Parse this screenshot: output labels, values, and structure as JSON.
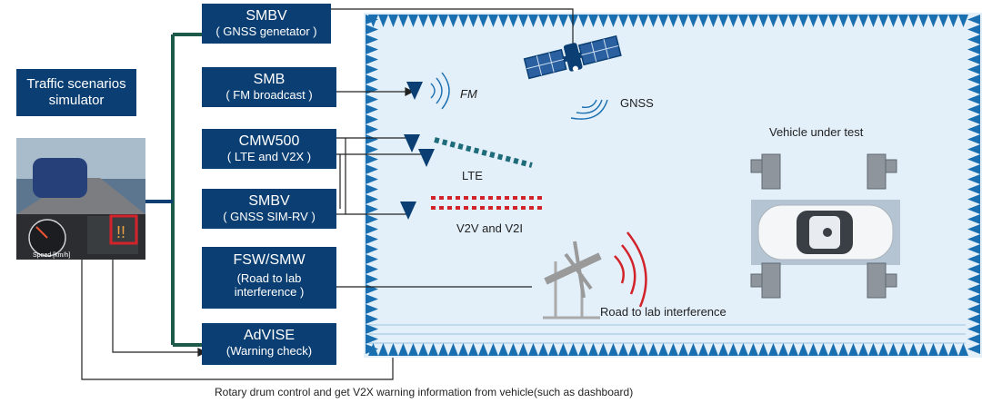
{
  "simulator": {
    "label": "Traffic scenarios simulator"
  },
  "dashboard": {
    "speed_label": "Speed [km/h]"
  },
  "instruments": [
    {
      "name": "SMBV",
      "desc": "( GNSS genetator )"
    },
    {
      "name": "SMB",
      "desc": "( FM broadcast )"
    },
    {
      "name": "CMW500",
      "desc": "( LTE and V2X )"
    },
    {
      "name": "SMBV",
      "desc": "( GNSS SIM-RV )"
    },
    {
      "name": "FSW/SMW",
      "desc": "(Road to lab interference )"
    },
    {
      "name": "AdVISE",
      "desc": "(Warning check)"
    }
  ],
  "chamber_labels": {
    "fm": "FM",
    "gnss": "GNSS",
    "lte": "LTE",
    "v2v": "V2V and V2I",
    "road": "Road to lab interference",
    "vehicle": "Vehicle under test"
  },
  "caption": "Rotary drum control and get V2X warning information from vehicle(such as dashboard)",
  "colors": {
    "navy": "#0b3f73",
    "green": "#1e5a4a",
    "chamber": "#e3f0fa",
    "absorber": "#1a6fb0",
    "red": "#d2232a",
    "teal": "#1e6b7a"
  }
}
